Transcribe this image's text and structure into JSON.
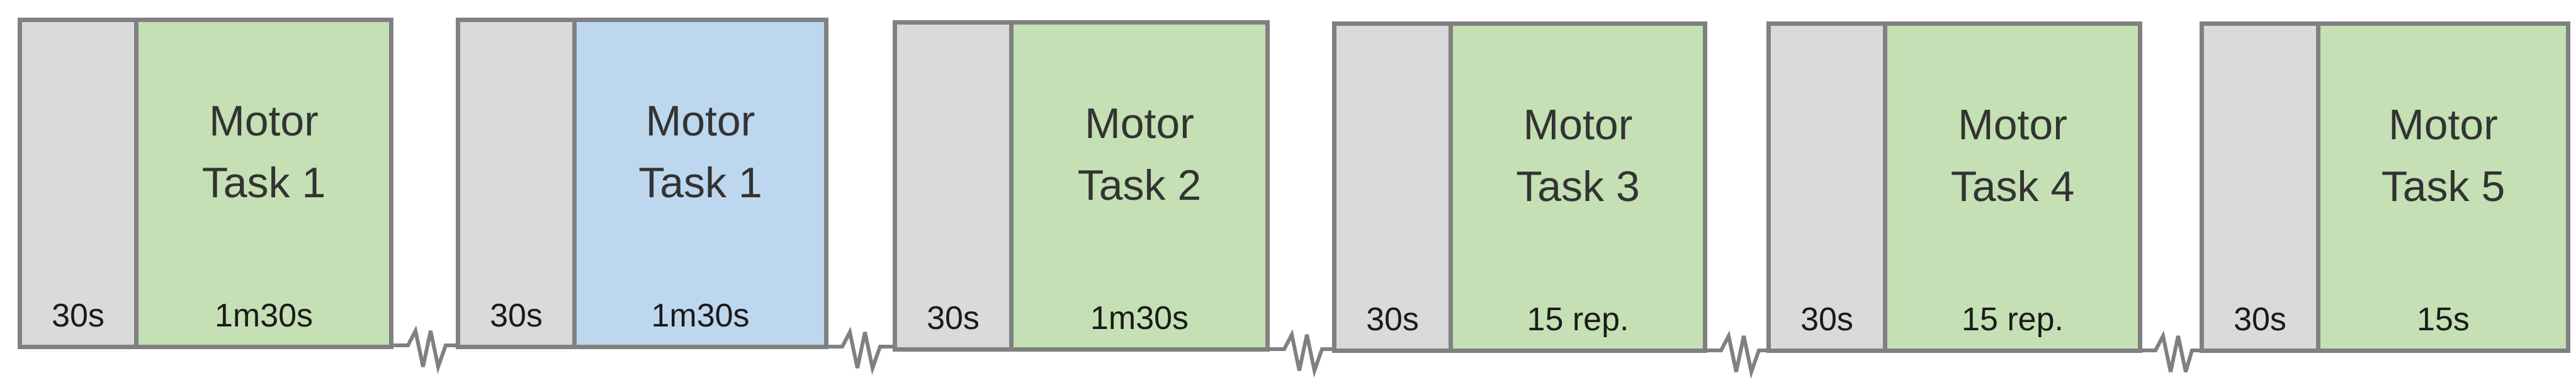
{
  "colors": {
    "rest": "#dadada",
    "motor": "#c5e0b4",
    "highlight": "#bdd7ee",
    "border": "#808080"
  },
  "blocks": [
    {
      "title_line1": "Motor",
      "title_line2": "Task 1",
      "rest_label": "30s",
      "duration_label": "1m30s",
      "color": "green"
    },
    {
      "title_line1": "Motor",
      "title_line2": "Task 1",
      "rest_label": "30s",
      "duration_label": "1m30s",
      "color": "blue"
    },
    {
      "title_line1": "Motor",
      "title_line2": "Task 2",
      "rest_label": "30s",
      "duration_label": "1m30s",
      "color": "green"
    },
    {
      "title_line1": "Motor",
      "title_line2": "Task 3",
      "rest_label": "30s",
      "duration_label": "15 rep.",
      "color": "green"
    },
    {
      "title_line1": "Motor",
      "title_line2": "Task 4",
      "rest_label": "30s",
      "duration_label": "15 rep.",
      "color": "green"
    },
    {
      "title_line1": "Motor",
      "title_line2": "Task 5",
      "rest_label": "30s",
      "duration_label": "15s",
      "color": "green"
    }
  ]
}
